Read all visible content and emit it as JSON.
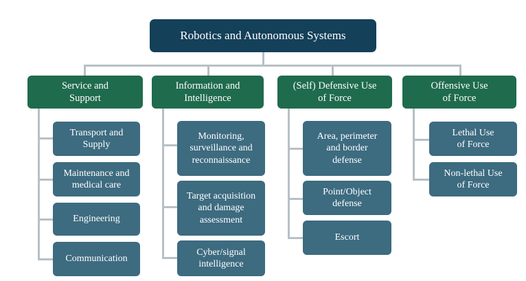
{
  "title": "Robotics and Autonomous Systems",
  "categories": [
    {
      "label": "Service and\nSupport",
      "items": [
        "Transport and\nSupply",
        "Maintenance and\nmedical care",
        "Engineering",
        "Communication"
      ]
    },
    {
      "label": "Information and\nIntelligence",
      "items": [
        "Monitoring,\nsurveillance and\nreconnaissance",
        "Target acquisition\nand damage\nassessment",
        "Cyber/signal\nintelligence"
      ]
    },
    {
      "label": "(Self) Defensive Use\nof Force",
      "items": [
        "Area, perimeter\nand border\ndefense",
        "Point/Object\ndefense",
        "Escort"
      ]
    },
    {
      "label": "Offensive Use\nof Force",
      "items": [
        "Lethal Use\nof Force",
        "Non-lethal Use\nof Force"
      ]
    }
  ],
  "colors": {
    "root": "#14405a",
    "category": "#1f6b4d",
    "item": "#3d6b80",
    "connector": "#b7c0c6"
  }
}
